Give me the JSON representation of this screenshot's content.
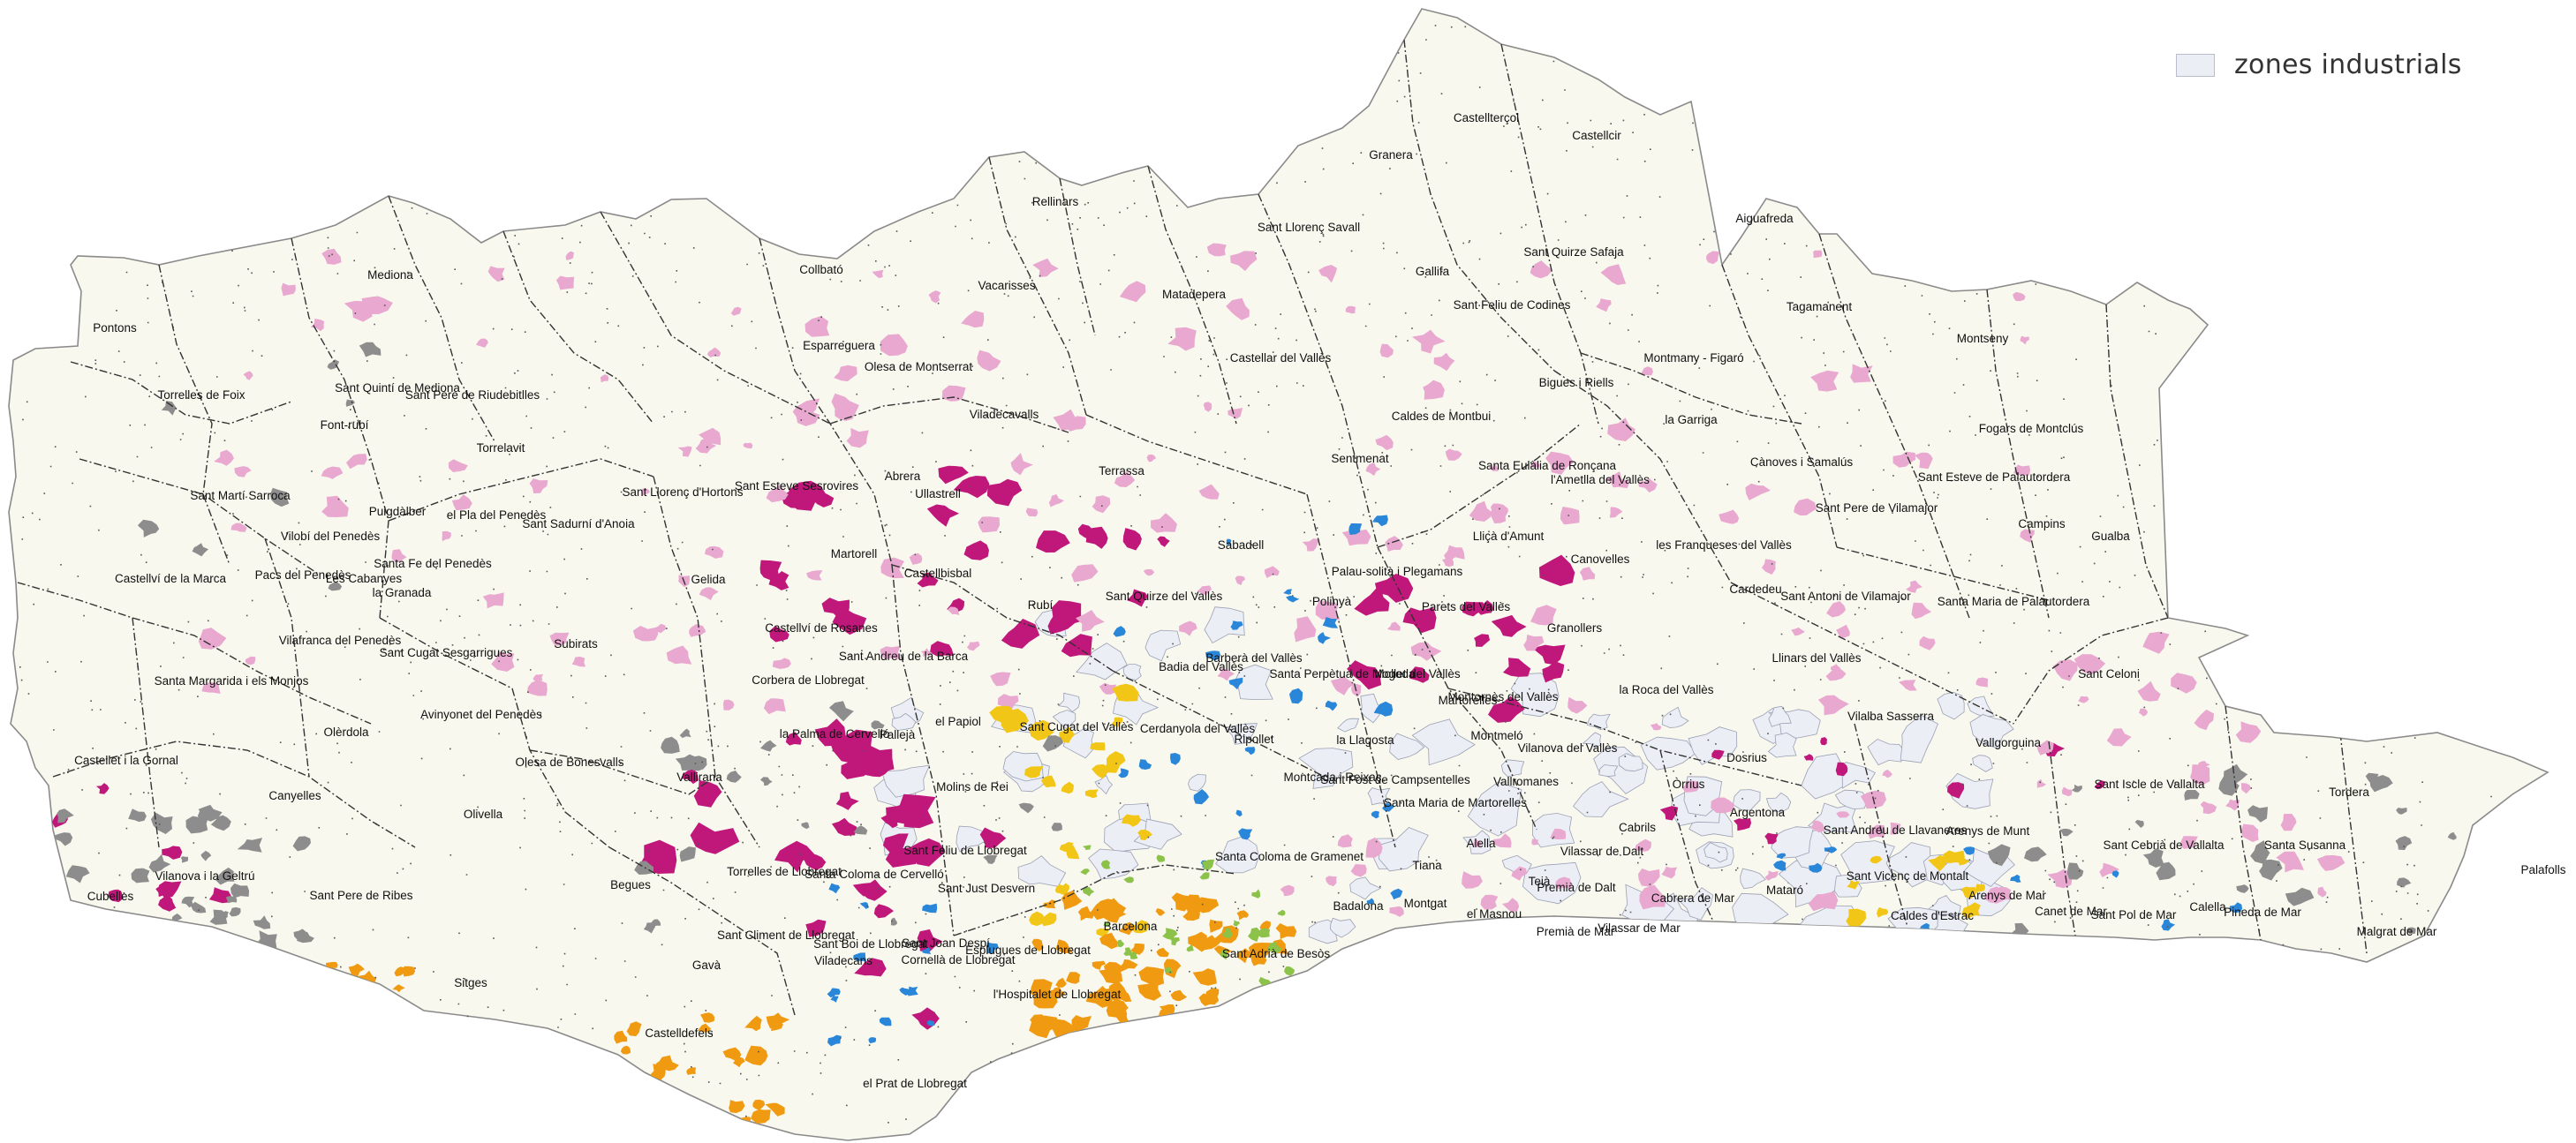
{
  "legend": {
    "industrial_zones_label": "zones industrials"
  },
  "colors": {
    "background": "#ffffff",
    "land": "#f8f8ee",
    "coast_outline": "#8a8a8a",
    "municipal_boundary": "#333333",
    "industrial_zone": "#eceef5",
    "magenta_zone": "#c0177a",
    "pink_zone": "#e9a8cf",
    "yellow_zone": "#f2c617",
    "orange_zone": "#f09a12",
    "blue_zone": "#2a86d8",
    "gray_zone": "#8d8d8d",
    "green_zone": "#8cc14a"
  },
  "places": [
    {
      "name": "Castellterçol"
    },
    {
      "name": "Castellcir"
    },
    {
      "name": "Granera"
    },
    {
      "name": "Aiguafreda"
    },
    {
      "name": "Sant Llorenç Savall"
    },
    {
      "name": "Rellinars"
    },
    {
      "name": "Gallifa"
    },
    {
      "name": "Sant Quirze Safaja"
    },
    {
      "name": "Collbató"
    },
    {
      "name": "Mediona"
    },
    {
      "name": "Vacarisses"
    },
    {
      "name": "Matadepera"
    },
    {
      "name": "Sant Feliu de Codines"
    },
    {
      "name": "Tagamanent"
    },
    {
      "name": "Pontons"
    },
    {
      "name": "Esparreguera"
    },
    {
      "name": "Olesa de Montserrat"
    },
    {
      "name": "Castellar del Vallès"
    },
    {
      "name": "Montmany - Figaró"
    },
    {
      "name": "Montseny"
    },
    {
      "name": "Torrelles de Foix"
    },
    {
      "name": "Sant Quintí de Mediona"
    },
    {
      "name": "Sant Pere de Riudebitlles"
    },
    {
      "name": "Bigues i Riells"
    },
    {
      "name": "Caldes de Montbui"
    },
    {
      "name": "Viladecavalls"
    },
    {
      "name": "Font-rubí"
    },
    {
      "name": "la Garriga"
    },
    {
      "name": "Fogars de Montclús"
    },
    {
      "name": "Torrelavit"
    },
    {
      "name": "Terrassa"
    },
    {
      "name": "Sentmenat"
    },
    {
      "name": "Sant Martí Sarroca"
    },
    {
      "name": "Abrera"
    },
    {
      "name": "Sant Llorenç d'Hortons"
    },
    {
      "name": "Cànoves i Samalús"
    },
    {
      "name": "Sant Esteve de Palautordera"
    },
    {
      "name": "Sant Esteve Sesrovires"
    },
    {
      "name": "Olesa de Bonesvalls"
    },
    {
      "name": "Santa Eulàlia de Ronçana"
    },
    {
      "name": "l'Ametlla del Vallès"
    },
    {
      "name": "Puigdàlber"
    },
    {
      "name": "el Pla del Penedès"
    },
    {
      "name": "Sant Sadurní d'Anoia"
    },
    {
      "name": "Ullastrell"
    },
    {
      "name": "Sant Pere de Vilamajor"
    },
    {
      "name": "Vilobí del Penedès"
    },
    {
      "name": "Campins"
    },
    {
      "name": "Gualba"
    },
    {
      "name": "Castellví de la Marca"
    },
    {
      "name": "Sabadell"
    },
    {
      "name": "Lliçà d'Amunt"
    },
    {
      "name": "les Franqueses del Vallès"
    },
    {
      "name": "Canovelles"
    },
    {
      "name": "Gelida"
    },
    {
      "name": "Pacs del Penedès"
    },
    {
      "name": "Les Cabanyes"
    },
    {
      "name": "Santa Fe del Penedès"
    },
    {
      "name": "Martorell"
    },
    {
      "name": "Vilafranca del Penedès"
    },
    {
      "name": "Palau-solità i Plegamans"
    },
    {
      "name": "la Granada"
    },
    {
      "name": "Sant Quirze del Vallès"
    },
    {
      "name": "Polinyà"
    },
    {
      "name": "Cardedeu"
    },
    {
      "name": "Sant Antoni de Vilamajor"
    },
    {
      "name": "Santa Maria de Palautordera"
    },
    {
      "name": "Castellbisbal"
    },
    {
      "name": "Rubí"
    },
    {
      "name": "Parets del Vallès"
    },
    {
      "name": "Granollers"
    },
    {
      "name": "Castellví de Rosanes"
    },
    {
      "name": "Llinars del Vallès"
    },
    {
      "name": "Subirats"
    },
    {
      "name": "Sant Cugat Sesgarrigues"
    },
    {
      "name": "Badia del Vallès"
    },
    {
      "name": "Barberà del Vallès"
    },
    {
      "name": "Santa Perpètua de Mogoda"
    },
    {
      "name": "Mollet del Vallès"
    },
    {
      "name": "Montornès del Vallès"
    },
    {
      "name": "Sant Andreu de la Barca"
    },
    {
      "name": "Santa Margarida i els Monjos"
    },
    {
      "name": "Corbera de Llobregat"
    },
    {
      "name": "Martorelles"
    },
    {
      "name": "la Roca del Vallès"
    },
    {
      "name": "Vilalba Sasserra"
    },
    {
      "name": "Sant Celoni"
    },
    {
      "name": "Avinyonet del Penedès"
    },
    {
      "name": "Olèrdola"
    },
    {
      "name": "el Papiol"
    },
    {
      "name": "Sant Cugat del Vallès"
    },
    {
      "name": "Cerdanyola del Vallès"
    },
    {
      "name": "Ripollet"
    },
    {
      "name": "la Llagosta"
    },
    {
      "name": "Montmeló"
    },
    {
      "name": "la Palma de Cervelló"
    },
    {
      "name": "Pallejà"
    },
    {
      "name": "Vilanova del Vallès"
    },
    {
      "name": "Vallgorguina"
    },
    {
      "name": "Dosrius"
    },
    {
      "name": "Castellet i la Gornal"
    },
    {
      "name": "Vallirana"
    },
    {
      "name": "Molins de Rei"
    },
    {
      "name": "Montcada i Reixac"
    },
    {
      "name": "Sant Fost de Campsentelles"
    },
    {
      "name": "Vallromanes"
    },
    {
      "name": "Òrrius"
    },
    {
      "name": "Sant Iscle de Vallalta"
    },
    {
      "name": "Tordera"
    },
    {
      "name": "Canyelles"
    },
    {
      "name": "Argentona"
    },
    {
      "name": "Santa Maria de Martorelles"
    },
    {
      "name": "Sant Andreu de Llavaneres"
    },
    {
      "name": "Arenys de Munt"
    },
    {
      "name": "Sant Cebrià de Vallalta"
    },
    {
      "name": "Santa Susanna"
    },
    {
      "name": "Olivella"
    },
    {
      "name": "Santa Coloma de Cervelló"
    },
    {
      "name": "Sant Feliu de Llobregat"
    },
    {
      "name": "Tiana"
    },
    {
      "name": "Alella"
    },
    {
      "name": "Vilassar de Dalt"
    },
    {
      "name": "Cabrils"
    },
    {
      "name": "Palafolls"
    },
    {
      "name": "Vilanova i la Geltrú"
    },
    {
      "name": "Torrelles de Llobregat"
    },
    {
      "name": "Sant Just Desvern"
    },
    {
      "name": "Santa Coloma de Gramenet"
    },
    {
      "name": "Premià de Dalt"
    },
    {
      "name": "Teià"
    },
    {
      "name": "Cabrera de Mar"
    },
    {
      "name": "Mataró"
    },
    {
      "name": "Sant Vicenç de Montalt"
    },
    {
      "name": "Cubelles"
    },
    {
      "name": "Sant Pere de Ribes"
    },
    {
      "name": "Begues"
    },
    {
      "name": "Badalona"
    },
    {
      "name": "Montgat"
    },
    {
      "name": "el Masnou"
    },
    {
      "name": "Premià de Mar"
    },
    {
      "name": "Vilassar de Mar"
    },
    {
      "name": "Caldes d'Estrac"
    },
    {
      "name": "Arenys de Mar"
    },
    {
      "name": "Canet de Mar"
    },
    {
      "name": "Sant Pol de Mar"
    },
    {
      "name": "Calella"
    },
    {
      "name": "Pineda de Mar"
    },
    {
      "name": "Malgrat de Mar"
    },
    {
      "name": "Sant Climent de Llobregat"
    },
    {
      "name": "Sant Boi de Llobregat"
    },
    {
      "name": "Sant Joan Despí"
    },
    {
      "name": "Esplugues de Llobregat"
    },
    {
      "name": "Barcelona"
    },
    {
      "name": "Sant Adrià de Besòs"
    },
    {
      "name": "Cornellà de Llobregat"
    },
    {
      "name": "l'Hospitalet de Llobregat"
    },
    {
      "name": "Sitges"
    },
    {
      "name": "Gavà"
    },
    {
      "name": "Castelldefels"
    },
    {
      "name": "el Prat de Llobregat"
    },
    {
      "name": "Viladecans"
    }
  ]
}
